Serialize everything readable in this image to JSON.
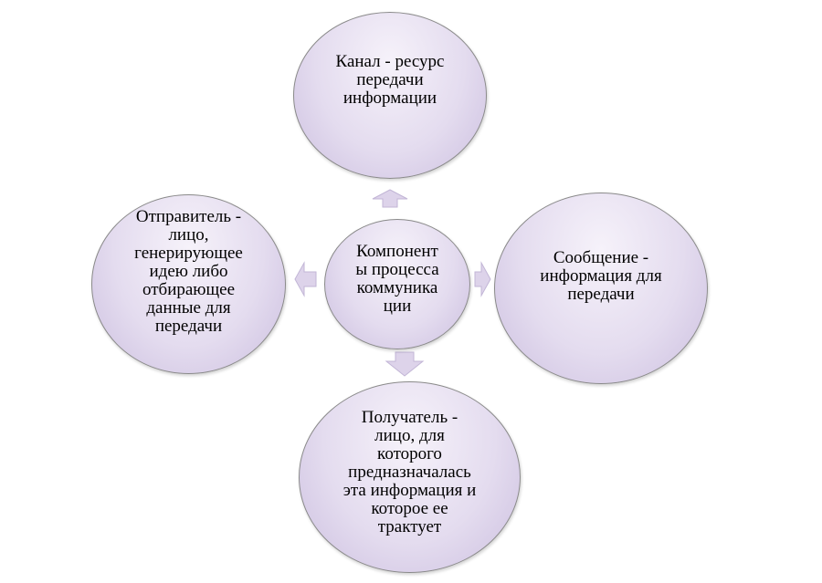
{
  "diagram": {
    "center": {
      "label": "Компонент\nы процесса\nкоммуника\nции"
    },
    "top": {
      "label": "Канал -  ресурс\nпередачи\nинформации"
    },
    "left": {
      "label": "Отправитель -\nлицо,\nгенерирующее\nидею либо\nотбирающее\nданные для\nпередачи"
    },
    "right": {
      "label": "Сообщение -\nинформация для\nпередачи"
    },
    "bottom": {
      "label": "Получатель -\nлицо, для\nкоторого\nпредназначалась\nэта информация и\nкоторое  ее\nтрактует"
    }
  },
  "colors": {
    "circle_fill": "#e4dcef",
    "circle_border": "#8a8a8a",
    "arrow_fill": "#ddd3ea"
  }
}
